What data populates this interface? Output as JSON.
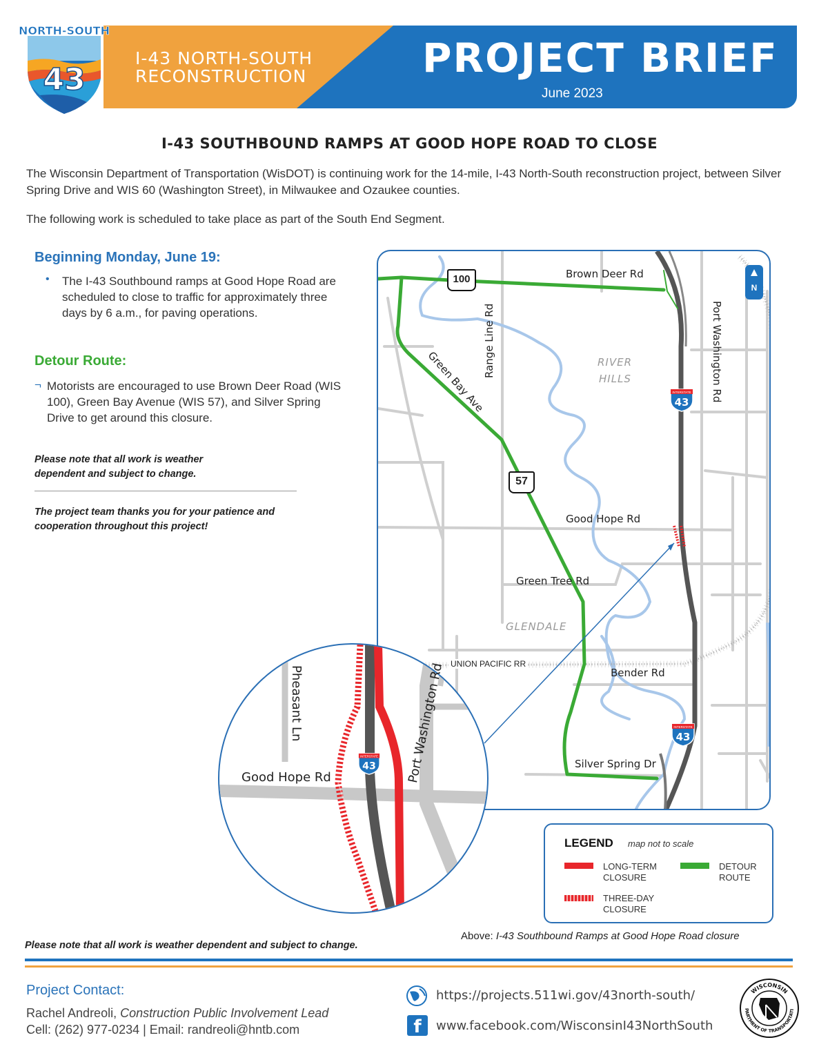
{
  "header": {
    "logo_text": "NORTH-SOUTH",
    "logo_number": "43",
    "project_line1": "I-43 NORTH-SOUTH",
    "project_line2": "RECONSTRUCTION",
    "brief_title": "PROJECT BRIEF",
    "date": "June 2023"
  },
  "headline": "I-43 SOUTHBOUND RAMPS AT GOOD HOPE ROAD TO CLOSE",
  "intro": "The Wisconsin Department of Transportation (WisDOT) is continuing work for the 14-mile, I-43 North-South reconstruction project, between Silver Spring Drive and WIS 60 (Washington Street), in Milwaukee and Ozaukee counties.",
  "schedule_intro": "The following work is scheduled to take place as part of the South End Segment.",
  "section1": {
    "heading": "Beginning Monday, June 19:",
    "bullet": "The I-43 Southbound ramps at Good Hope Road are scheduled to close to traffic for approximately three days by 6 a.m., for paving operations."
  },
  "section2": {
    "heading": "Detour Route:",
    "bullet": "Motorists are encouraged to use Brown Deer Road (WIS 100), Green Bay Avenue (WIS 57), and Silver Spring Drive to get around this closure."
  },
  "note1": "Please note that all work is weather dependent and subject to change.",
  "thanks": "The project team thanks you for your patience and cooperation throughout this project!",
  "map": {
    "north": "N",
    "roads": {
      "brown_deer": "Brown Deer Rd",
      "range_line": "Range Line Rd",
      "green_bay": "Green Bay Ave",
      "port_washington": "Port Washington Rd",
      "good_hope": "Good Hope Rd",
      "green_tree": "Green Tree Rd",
      "bender": "Bender Rd",
      "silver_spring": "Silver Spring Dr",
      "union_pacific": "UNION PACIFIC RR",
      "pheasant": "Pheasant Ln"
    },
    "places": {
      "river_hills_1": "RIVER",
      "river_hills_2": "HILLS",
      "glendale": "GLENDALE"
    },
    "shields": {
      "wis100": "100",
      "wis57": "57",
      "i43": "43",
      "interstate": "INTERSTATE"
    }
  },
  "legend": {
    "title": "LEGEND",
    "subtitle": "map not to scale",
    "long_term_1": "LONG-TERM",
    "long_term_2": "CLOSURE",
    "detour_1": "DETOUR",
    "detour_2": "ROUTE",
    "three_day_1": "THREE-DAY",
    "three_day_2": "CLOSURE"
  },
  "caption_label": "Above:",
  "caption_text": "I-43 Southbound Ramps at Good Hope Road closure",
  "footer_note": "Please note that all work is weather dependent and subject to change.",
  "contact": {
    "heading": "Project Contact:",
    "name": "Rachel Andreoli,",
    "role": "Construction Public Involvement Lead",
    "phone": "Cell: (262) 977-0234",
    "email": "| Email: randreoli@hntb.com"
  },
  "links": {
    "website": "https://projects.511wi.gov/43north-south/",
    "facebook": "www.facebook.com/WisconsinI43NorthSouth"
  },
  "seal": {
    "top": "WISCONSIN",
    "bottom": "DEPARTMENT OF TRANSPORTATION"
  },
  "colors": {
    "orange": "#f0a23e",
    "blue": "#1e73be",
    "detour_green": "#3aaa35",
    "closure_red": "#e8262b"
  }
}
